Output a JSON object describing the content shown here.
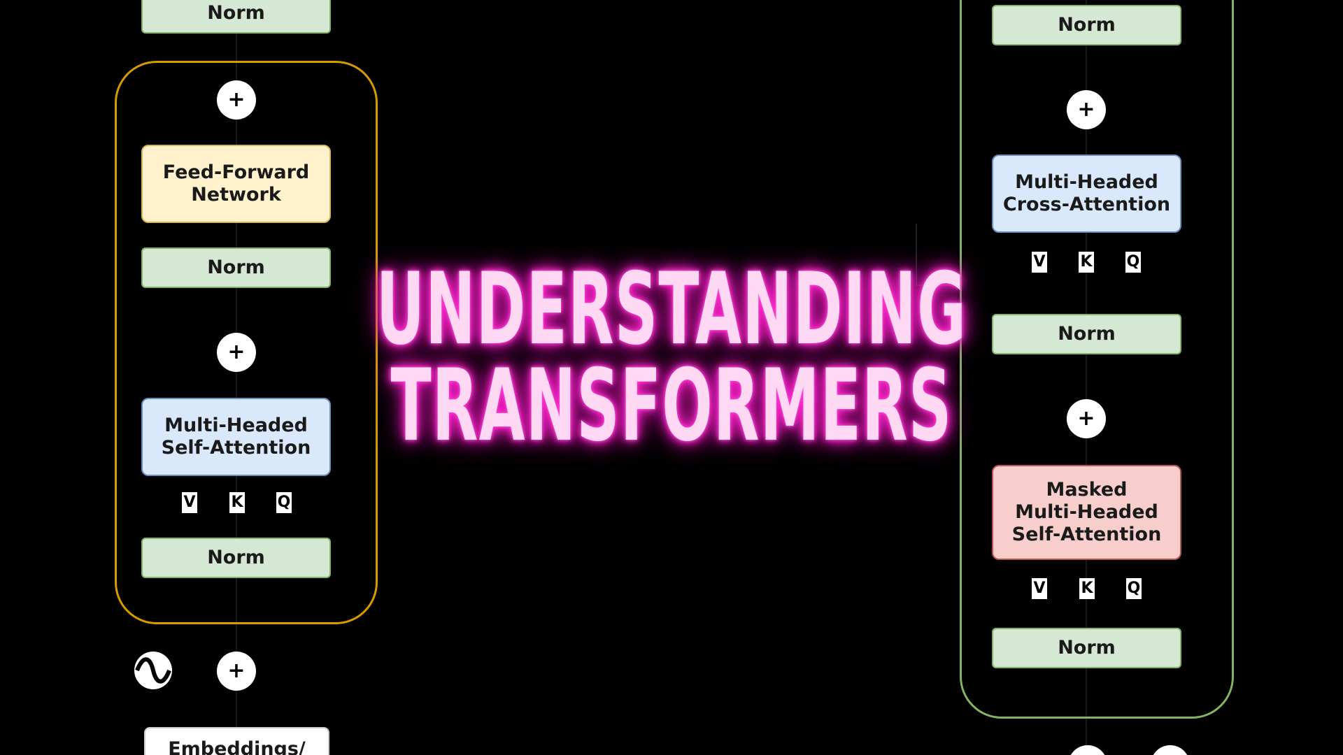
{
  "title": {
    "line1": "UNDERSTANDING",
    "line2": "TRANSFORMERS",
    "glow_color": "#ff2bd0"
  },
  "encoder": {
    "frame_color": "#d79b00",
    "top_norm": "Norm",
    "ffn_label": "Feed-Forward\nNetwork",
    "norm_mid": "Norm",
    "attn_label": "Multi-Headed\nSelf-Attention",
    "v": "V",
    "k": "K",
    "q": "Q",
    "norm_bottom": "Norm",
    "add_symbol": "+",
    "embeddings_label": "Embeddings/"
  },
  "decoder": {
    "frame_color": "#82b366",
    "top_norm": "Norm",
    "cross_attn_label": "Multi-Headed\nCross-Attention",
    "v": "V",
    "k": "K",
    "q": "Q",
    "norm_mid": "Norm",
    "masked_label": "Masked\nMulti-Headed\nSelf-Attention",
    "v2": "V",
    "k2": "K",
    "q2": "Q",
    "norm_bottom": "Norm",
    "add_symbol": "+"
  },
  "icons": {
    "positional_encoding": "sine-wave-icon",
    "add": "plus-circle-icon"
  },
  "colors": {
    "norm_fill": "#d5e8d4",
    "ffn_fill": "#fff2cc",
    "attention_fill": "#dae8fc",
    "masked_fill": "#f8cecc"
  }
}
